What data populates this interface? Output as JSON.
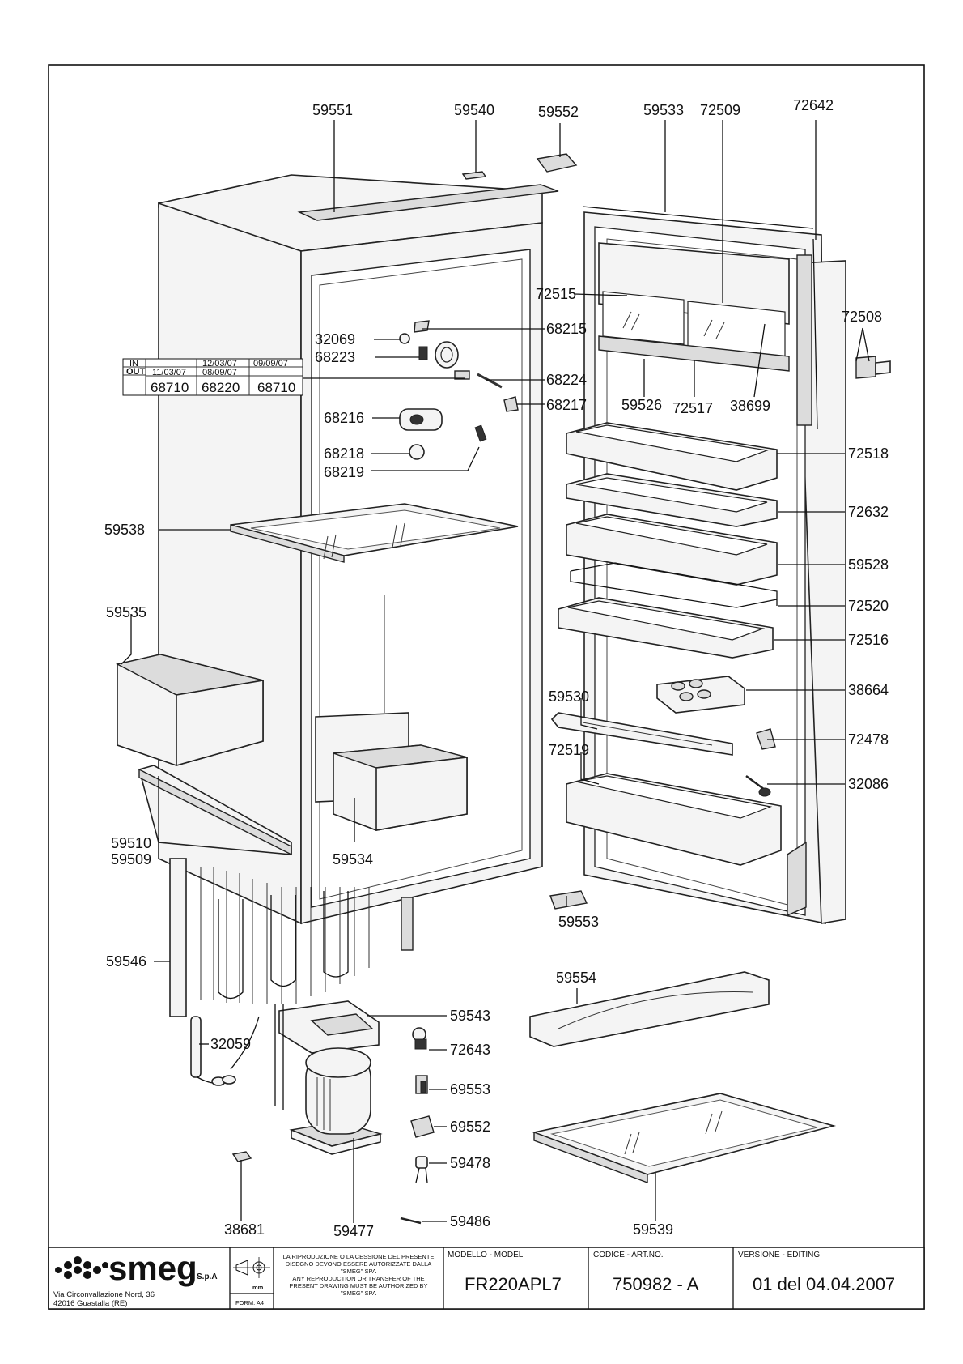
{
  "parts": {
    "p59551": "59551",
    "p59540": "59540",
    "p59552": "59552",
    "p59533": "59533",
    "p72509": "72509",
    "p72642": "72642",
    "p72515": "72515",
    "p72508": "72508",
    "p32069": "32069",
    "p68215": "68215",
    "p68223": "68223",
    "p68224": "68224",
    "p68216": "68216",
    "p68217": "68217",
    "p59526": "59526",
    "p72517": "72517",
    "p38699": "38699",
    "p68218": "68218",
    "p68219": "68219",
    "p72518": "72518",
    "p72632": "72632",
    "p59538": "59538",
    "p59528": "59528",
    "p72520": "72520",
    "p59535": "59535",
    "p72516": "72516",
    "p38664": "38664",
    "p59530": "59530",
    "p72478": "72478",
    "p72519": "72519",
    "p32086": "32086",
    "p59510": "59510",
    "p59509": "59509",
    "p59534": "59534",
    "p59553": "59553",
    "p59546": "59546",
    "p59554": "59554",
    "p59543": "59543",
    "p72643": "72643",
    "p32059": "32059",
    "p69553": "69553",
    "p69552": "69552",
    "p59478": "59478",
    "p38681": "38681",
    "p59477": "59477",
    "p59486": "59486",
    "p59539": "59539"
  },
  "revision_table": {
    "in_label": "IN",
    "out_label": "OUT",
    "in_dates": [
      "12/03/07",
      "09/09/07"
    ],
    "out_dates": [
      "11/03/07",
      "08/09/07"
    ],
    "codes": [
      "68710",
      "68220",
      "68710"
    ]
  },
  "title_block": {
    "logo_text": "smeg",
    "logo_suffix": "S.p.A",
    "address_line1": "Via Circonvallazione Nord, 36",
    "address_line2": "42016  Guastalla (RE)",
    "unit": "mm",
    "format": "FORM. A4",
    "notice_it_1": "LA RIPRODUZIONE O LA CESSIONE DEL PRESENTE",
    "notice_it_2": "DISEGNO DEVONO ESSERE AUTORIZZATE DALLA",
    "notice_it_3": "\"SMEG\" SPA",
    "notice_en_1": "ANY REPRODUCTION OR TRANSFER OF THE",
    "notice_en_2": "PRESENT DRAWING MUST BE AUTHORIZED BY",
    "notice_en_3": "\"SMEG\" SPA",
    "model_label": "MODELLO - MODEL",
    "model_value": "FR220APL7",
    "code_label": "CODICE - ART.NO.",
    "code_value": "750982 - A",
    "version_label": "VERSIONE - EDITING",
    "version_value": "01 del 04.04.2007"
  }
}
